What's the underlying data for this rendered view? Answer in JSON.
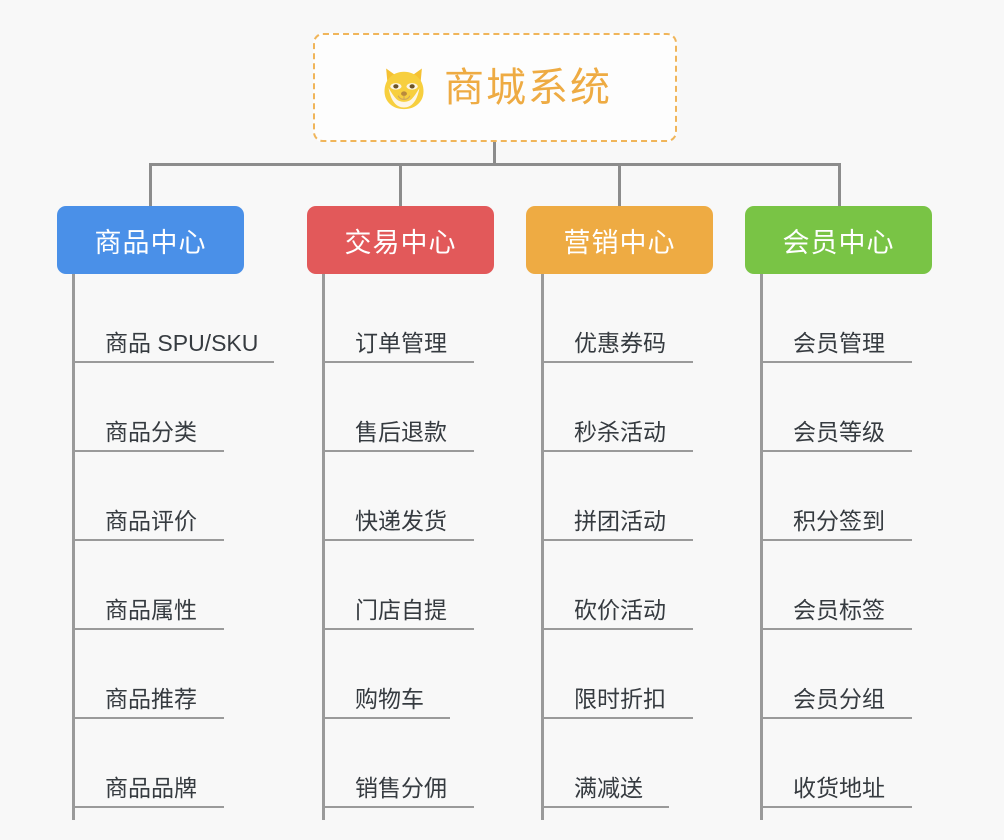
{
  "page": {
    "background_color": "#f8f8f8",
    "line_color": "#8c8c8c",
    "leaf_text_color": "#363b40"
  },
  "root": {
    "title": "商城系统",
    "icon": "shiba-dog-face-icon",
    "text_color": "#eeab43",
    "border_color": "#f0b55a",
    "background_color": "#fdfdfd"
  },
  "branches": [
    {
      "label": "商品中心",
      "color": "#4a90e8",
      "leaves": [
        "商品 SPU/SKU",
        "商品分类",
        "商品评价",
        "商品属性",
        "商品推荐",
        "商品品牌"
      ]
    },
    {
      "label": "交易中心",
      "color": "#e2595a",
      "leaves": [
        "订单管理",
        "售后退款",
        "快递发货",
        "门店自提",
        "购物车",
        "销售分佣"
      ]
    },
    {
      "label": "营销中心",
      "color": "#eeab43",
      "leaves": [
        "优惠券码",
        "秒杀活动",
        "拼团活动",
        "砍价活动",
        "限时折扣",
        "满减送"
      ]
    },
    {
      "label": "会员中心",
      "color": "#79c445",
      "leaves": [
        "会员管理",
        "会员等级",
        "积分签到",
        "会员标签",
        "会员分组",
        "收货地址"
      ]
    }
  ]
}
